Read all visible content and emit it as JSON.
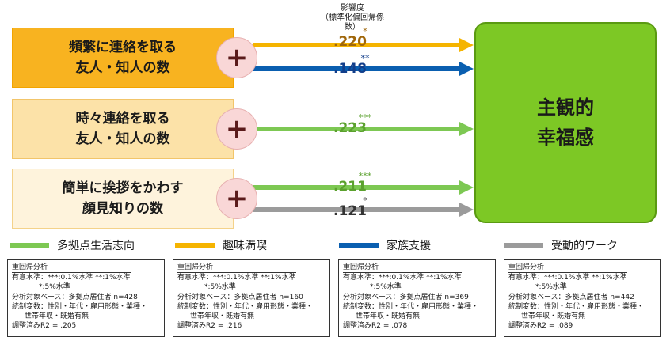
{
  "caption": {
    "title": "影響度",
    "subtitle": "（標準化偏回帰係数）"
  },
  "factors": [
    {
      "line1": "頻繁に連絡を取る",
      "line2": "友人・知人の数"
    },
    {
      "line1": "時々連絡を取る",
      "line2": "友人・知人の数"
    },
    {
      "line1": "簡単に挨拶をかわす",
      "line2": "顔見知りの数"
    }
  ],
  "plus_symbol": "+",
  "outcome": {
    "line1": "主観的",
    "line2": "幸福感"
  },
  "paths": [
    {
      "value": ".220",
      "sig": "*",
      "series": "趣味満喫",
      "color": "#F5B400",
      "value_color": "#A0670B"
    },
    {
      "value": ".148",
      "sig": "**",
      "series": "家族支援",
      "color": "#0A5FB0",
      "value_color": "#123E8A"
    },
    {
      "value": ".223",
      "sig": "***",
      "series": "多拠点生活志向",
      "color": "#7DC853",
      "value_color": "#5BA12E"
    },
    {
      "value": ".211",
      "sig": "***",
      "series": "多拠点生活志向",
      "color": "#7DC853",
      "value_color": "#5BA12E"
    },
    {
      "value": ".121",
      "sig": "*",
      "series": "受動的ワーク",
      "color": "#9B9B9B",
      "value_color": "#333333"
    }
  ],
  "legend": [
    {
      "label": "多拠点生活志向",
      "color": "#7DC853"
    },
    {
      "label": "趣味満喫",
      "color": "#F5B400"
    },
    {
      "label": "家族支援",
      "color": "#0A5FB0"
    },
    {
      "label": "受動的ワーク",
      "color": "#9B9B9B"
    }
  ],
  "notes": [
    {
      "title": "重回帰分析",
      "sig1": "有意水準：***:0.1%水準 **:1%水準",
      "sig2": "*:5%水準",
      "sample": "分析対象ベース：多拠点居住者 n=428",
      "controls1": "統制変数：性別・年代・雇用形態・業種・",
      "controls2": "世帯年収・既婚有無",
      "r2": "調整済みR2 = .205"
    },
    {
      "title": "重回帰分析",
      "sig1": "有意水準：***:0.1%水準 **:1%水準",
      "sig2": "*:5%水準",
      "sample": "分析対象ベース：多拠点居住者 n=160",
      "controls1": "統制変数：性別・年代・雇用形態・業種・",
      "controls2": "世帯年収・既婚有無",
      "r2": "調整済みR2 = .216"
    },
    {
      "title": "重回帰分析",
      "sig1": "有意水準：***:0.1%水準 **:1%水準",
      "sig2": "*:5%水準",
      "sample": "分析対象ベース：多拠点居住者 n=369",
      "controls1": "統制変数：性別・年代・雇用形態・業種・",
      "controls2": "世帯年収・既婚有無",
      "r2": "調整済みR2 = .078"
    },
    {
      "title": "重回帰分析",
      "sig1": "有意水準：***:0.1%水準 **:1%水準",
      "sig2": "*:5%水準",
      "sample": "分析対象ベース：多拠点居住者 n=442",
      "controls1": "統制変数：性別・年代・雇用形態・業種・",
      "controls2": "世帯年収・既婚有無",
      "r2": "調整済みR2 = .089"
    }
  ]
}
